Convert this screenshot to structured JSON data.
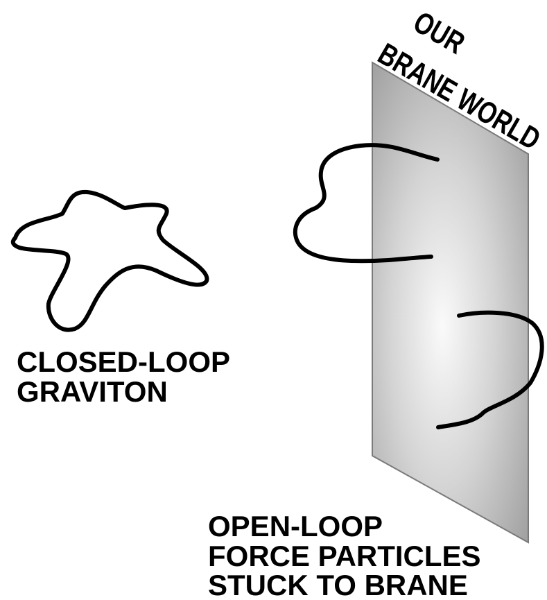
{
  "brane": {
    "title_lines": [
      "OUR",
      "BRANE WORLD"
    ],
    "fill_color_center": "#fafafa",
    "fill_color_edge": "#9a9a9a",
    "edge_color": "#7a7a7a"
  },
  "closed_loop": {
    "label_lines": [
      "CLOSED-LOOP",
      "GRAVITON"
    ]
  },
  "open_loops": {
    "label_lines": [
      "OPEN-LOOP",
      "FORCE PARTICLES",
      "STUCK TO BRANE"
    ]
  },
  "colors": {
    "string": "#000000",
    "text": "#000000",
    "background": "#ffffff"
  }
}
